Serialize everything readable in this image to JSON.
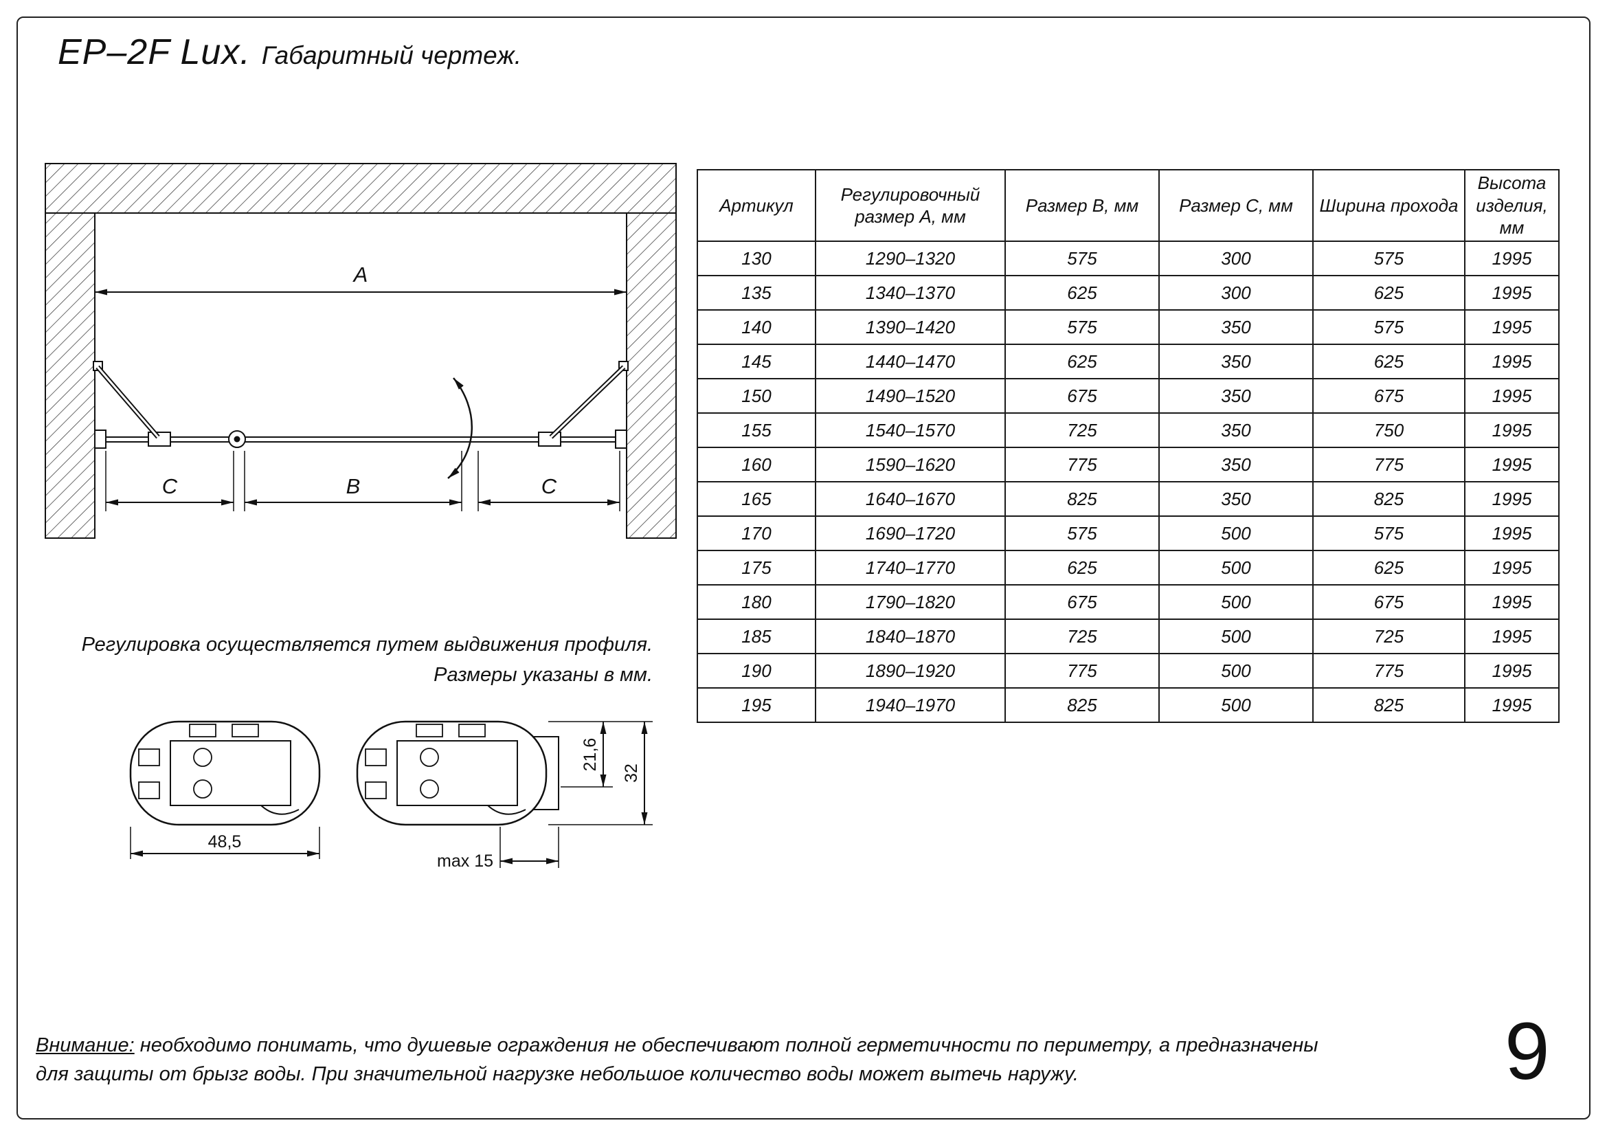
{
  "page": {
    "title_main": "EP–2F Lux.",
    "title_sub": "Габаритный чертеж.",
    "page_number": "9"
  },
  "drawing": {
    "dim_a": "A",
    "dim_b": "B",
    "dim_c": "C"
  },
  "profiles": {
    "dim_width": "48,5",
    "dim_max": "max 15",
    "dim_height_inner": "21,6",
    "dim_height_outer": "32"
  },
  "notes": {
    "adjust_line1": "Регулировка осуществляется путем выдвижения профиля.",
    "adjust_line2": "Размеры указаны в мм.",
    "warning_label": "Внимание:",
    "warning_text1": " необходимо понимать, что душевые ограждения не обеспечивают полной герметичности по периметру, а предназначены",
    "warning_text2": "для защиты от брызг воды. При значительной нагрузке небольшое количество воды может вытечь наружу."
  },
  "table": {
    "headers": [
      "Артикул",
      "Регулировочный размер А, мм",
      "Размер В, мм",
      "Размер С, мм",
      "Ширина прохода",
      "Высота изделия, мм"
    ],
    "rows": [
      [
        "130",
        "1290–1320",
        "575",
        "300",
        "575",
        "1995"
      ],
      [
        "135",
        "1340–1370",
        "625",
        "300",
        "625",
        "1995"
      ],
      [
        "140",
        "1390–1420",
        "575",
        "350",
        "575",
        "1995"
      ],
      [
        "145",
        "1440–1470",
        "625",
        "350",
        "625",
        "1995"
      ],
      [
        "150",
        "1490–1520",
        "675",
        "350",
        "675",
        "1995"
      ],
      [
        "155",
        "1540–1570",
        "725",
        "350",
        "750",
        "1995"
      ],
      [
        "160",
        "1590–1620",
        "775",
        "350",
        "775",
        "1995"
      ],
      [
        "165",
        "1640–1670",
        "825",
        "350",
        "825",
        "1995"
      ],
      [
        "170",
        "1690–1720",
        "575",
        "500",
        "575",
        "1995"
      ],
      [
        "175",
        "1740–1770",
        "625",
        "500",
        "625",
        "1995"
      ],
      [
        "180",
        "1790–1820",
        "675",
        "500",
        "675",
        "1995"
      ],
      [
        "185",
        "1840–1870",
        "725",
        "500",
        "725",
        "1995"
      ],
      [
        "190",
        "1890–1920",
        "775",
        "500",
        "775",
        "1995"
      ],
      [
        "195",
        "1940–1970",
        "825",
        "500",
        "825",
        "1995"
      ]
    ]
  }
}
